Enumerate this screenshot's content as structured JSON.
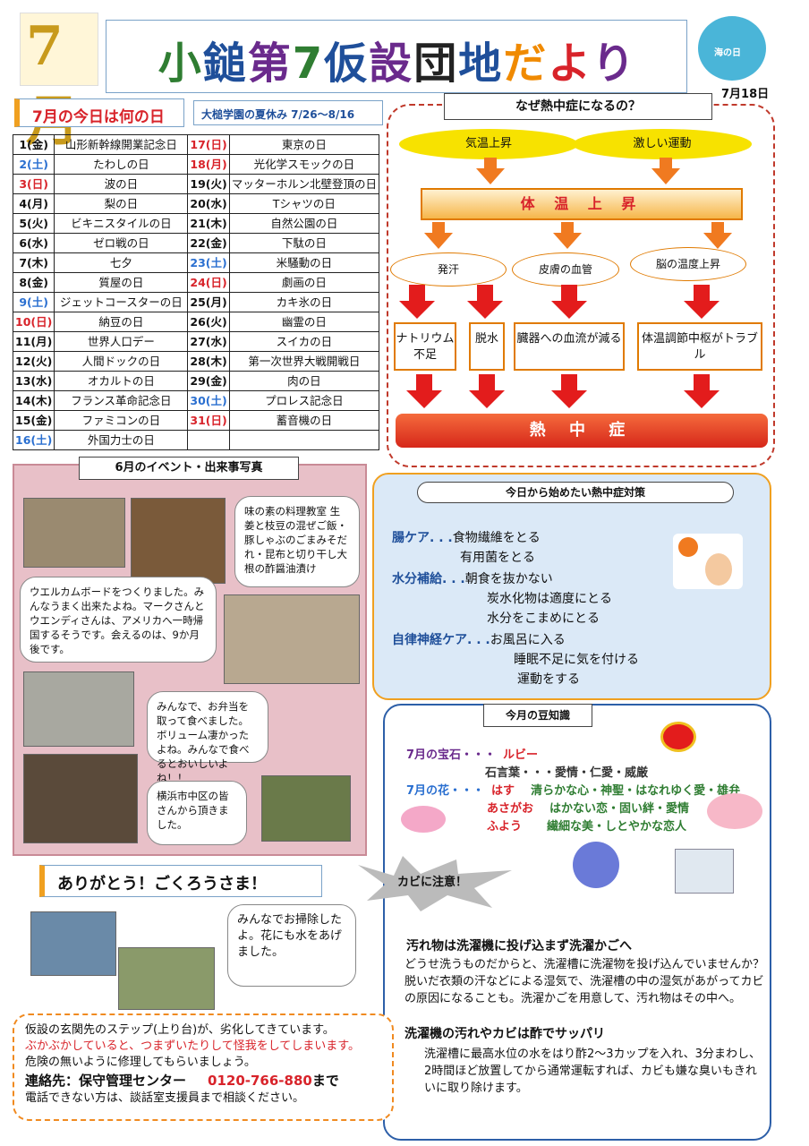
{
  "header": {
    "month_logo": "7月",
    "title_parts": [
      "小",
      "鎚",
      "第",
      "7",
      "仮",
      "設",
      "団",
      "地",
      "だ",
      "よ",
      "り"
    ],
    "sea_logo": "海の日",
    "date": "7月18日"
  },
  "calendar": {
    "title": "7月の今日は何の日",
    "vacation": "大槌学園の夏休み 7/26〜8/16",
    "left": [
      [
        "1(金)",
        "山形新幹線開業記念日",
        ""
      ],
      [
        "2(土)",
        "たわしの日",
        "sat"
      ],
      [
        "3(日)",
        "波の日",
        "sun"
      ],
      [
        "4(月)",
        "梨の日",
        ""
      ],
      [
        "5(火)",
        "ビキニスタイルの日",
        ""
      ],
      [
        "6(水)",
        "ゼロ戦の日",
        ""
      ],
      [
        "7(木)",
        "七夕",
        ""
      ],
      [
        "8(金)",
        "質屋の日",
        ""
      ],
      [
        "9(土)",
        "ジェットコースターの日",
        "sat"
      ],
      [
        "10(日)",
        "納豆の日",
        "sun"
      ],
      [
        "11(月)",
        "世界人口デー",
        ""
      ],
      [
        "12(火)",
        "人間ドックの日",
        ""
      ],
      [
        "13(水)",
        "オカルトの日",
        ""
      ],
      [
        "14(木)",
        "フランス革命記念日",
        ""
      ],
      [
        "15(金)",
        "ファミコンの日",
        ""
      ],
      [
        "16(土)",
        "外国力士の日",
        "sat"
      ]
    ],
    "right": [
      [
        "17(日)",
        "東京の日",
        "sun"
      ],
      [
        "18(月)",
        "光化学スモックの日",
        "sun"
      ],
      [
        "19(火)",
        "マッターホルン北壁登頂の日",
        ""
      ],
      [
        "20(水)",
        "Tシャツの日",
        ""
      ],
      [
        "21(木)",
        "自然公園の日",
        ""
      ],
      [
        "22(金)",
        "下駄の日",
        ""
      ],
      [
        "23(土)",
        "米騒動の日",
        "sat"
      ],
      [
        "24(日)",
        "劇画の日",
        "sun"
      ],
      [
        "25(月)",
        "カキ氷の日",
        ""
      ],
      [
        "26(火)",
        "幽霊の日",
        ""
      ],
      [
        "27(水)",
        "スイカの日",
        ""
      ],
      [
        "28(木)",
        "第一次世界大戦開戦日",
        ""
      ],
      [
        "29(金)",
        "肉の日",
        ""
      ],
      [
        "30(土)",
        "プロレス記念日",
        "sat"
      ],
      [
        "31(日)",
        "蓄音機の日",
        "sun"
      ],
      [
        "",
        "",
        " "
      ]
    ]
  },
  "heat": {
    "title": "なぜ熱中症になるの？",
    "cause1": "気温上昇",
    "cause2": "激しい運動",
    "rise": "体 温 上 昇",
    "o1": "発汗",
    "o2": "皮膚の血管",
    "o3": "脳の温度上昇",
    "r1": "ナトリウム不足",
    "r2": "脱水",
    "r3": "臓器への血流が減る",
    "r4": "体温調節中枢がトラブル",
    "result": "熱 中 症"
  },
  "events": {
    "title": "6月のイベント・出来事写真",
    "b1": "味の素の料理教室 生姜と枝豆の混ぜご飯・豚しゃぶのごまみそだれ・昆布と切り干し大根の酢醤油漬け",
    "b2": "ウエルカムボードをつくりました。みんなうまく出来たよね。マークさんとウエンディさんは、アメリカへ一時帰国するそうです。会えるのは、9か月後です。",
    "b3": "みんなで、お弁当を取って食べました。ボリューム凄かったよね。みんなで食べるとおいしいよね！！",
    "b4": "横浜市中区の皆さんから頂きました。"
  },
  "measures": {
    "title": "今日から始めたい熱中症対策",
    "l1a": "腸ケア. . .",
    "l1b": "食物繊維をとる",
    "l2": "有用菌をとる",
    "l3a": "水分補給. . .",
    "l3b": "朝食を抜かない",
    "l4": "炭水化物は適度にとる",
    "l5": "水分をこまめにとる",
    "l6a": "自律神経ケア. . .",
    "l6b": "お風呂に入る",
    "l7": "睡眠不足に気を付ける",
    "l8": "運動をする"
  },
  "trivia": {
    "title": "今月の豆知識",
    "gem": "7月の宝石・・・",
    "gem_v": "ルビー",
    "words": "石言葉・・・愛情・仁愛・威厳",
    "flower": "7月の花・・・",
    "f1": "はす",
    "f1v": "清らかな心・神聖・はなれゆく愛・雄弁",
    "f2": "あさがお",
    "f2v": "はかない恋・固い絆・愛情",
    "f3": "ふよう",
    "f3v": "繊細な美・しとやかな恋人"
  },
  "kabi": {
    "label": "カビに注意！",
    "h1": "汚れ物は洗濯機に投げ込まず洗濯かごへ",
    "p1": "どうせ洗うものだからと、洗濯槽に洗濯物を投げ込んでいませんか？脱いだ衣類の汗などによる湿気で、洗濯槽の中の湿気があがってカビの原因になることも。洗濯かごを用意して、汚れ物はその中へ。",
    "h2": "洗濯機の汚れやカビは酢でサッパリ",
    "p2": "洗濯槽に最高水位の水をはり酢2〜3カップを入れ、3分まわし、2時間ほど放置してから通常運転すれば、カビも嫌な臭いもきれいに取り除けます。"
  },
  "thanks": {
    "title": "ありがとう！ごくろうさま！",
    "bubble": "みんなでお掃除したよ。花にも水をあげました。"
  },
  "notice": {
    "l1": "仮設の玄関先のステップ(上り台)が、劣化してきています。",
    "l2": "ぶかぶかしていると、つまずいたりして怪我をしてしまいます。",
    "l3": "危険の無いように修理してもらいましょう。",
    "l4a": "連絡先：保守管理センター",
    "l4b": "0120-766-880",
    "l4c": "まで",
    "l5": "電話できない方は、談話室支援員まで相談ください。"
  }
}
